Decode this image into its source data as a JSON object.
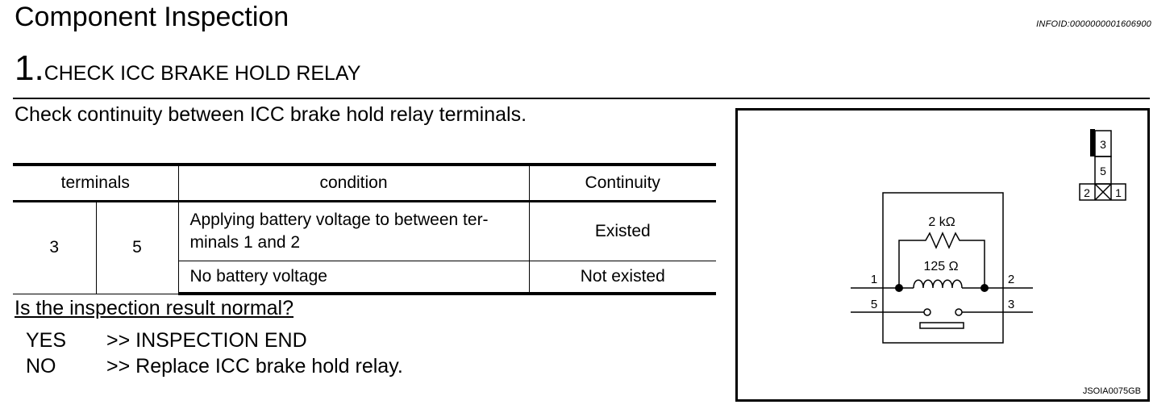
{
  "title": "Component Inspection",
  "infoid": "INFOID:0000000001606900",
  "step": {
    "number": "1.",
    "text": "CHECK ICC BRAKE HOLD RELAY"
  },
  "instruction": "Check continuity between ICC brake hold relay terminals.",
  "table": {
    "headers": {
      "terminals": "terminals",
      "condition": "condition",
      "continuity": "Continuity"
    },
    "terminal_a": "3",
    "terminal_b": "5",
    "rows": [
      {
        "condition": "Applying battery voltage to between ter-\nminals 1 and 2",
        "continuity": "Existed"
      },
      {
        "condition": "No battery voltage",
        "continuity": "Not existed"
      }
    ]
  },
  "question": "Is the inspection result normal?",
  "answers": [
    {
      "label": "YES",
      "text": ">> INSPECTION END"
    },
    {
      "label": "NO",
      "text": ">> Replace ICC brake hold relay."
    }
  ],
  "diagram": {
    "resistor_label": "2 kΩ",
    "coil_label": "125 Ω",
    "pin_1": "1",
    "pin_2": "2",
    "pin_3": "3",
    "pin_5": "5",
    "connector": {
      "top": "3",
      "middle": "5",
      "left": "2",
      "right": "1"
    },
    "code": "JSOIA0075GB"
  }
}
